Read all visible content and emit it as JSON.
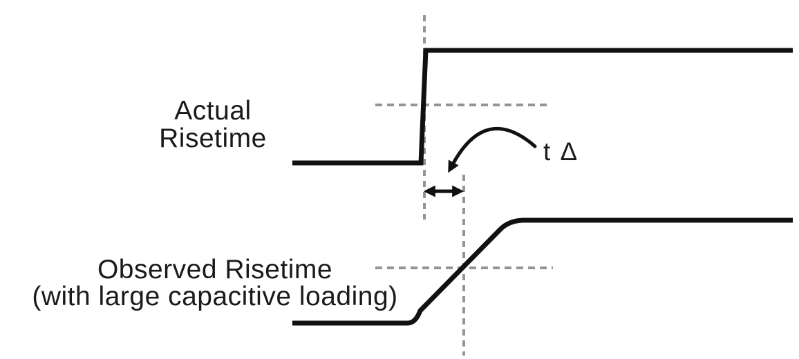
{
  "labels": {
    "actual_line1": "Actual",
    "actual_line2": "Risetime",
    "observed_line1": "Observed Risetime",
    "observed_line2": "(with large capacitive loading)",
    "t_delta": "t Δ"
  },
  "colors": {
    "waveform": "#111111",
    "dashed_guide": "#949494",
    "text": "#1a1a1a",
    "background": "#ffffff"
  }
}
